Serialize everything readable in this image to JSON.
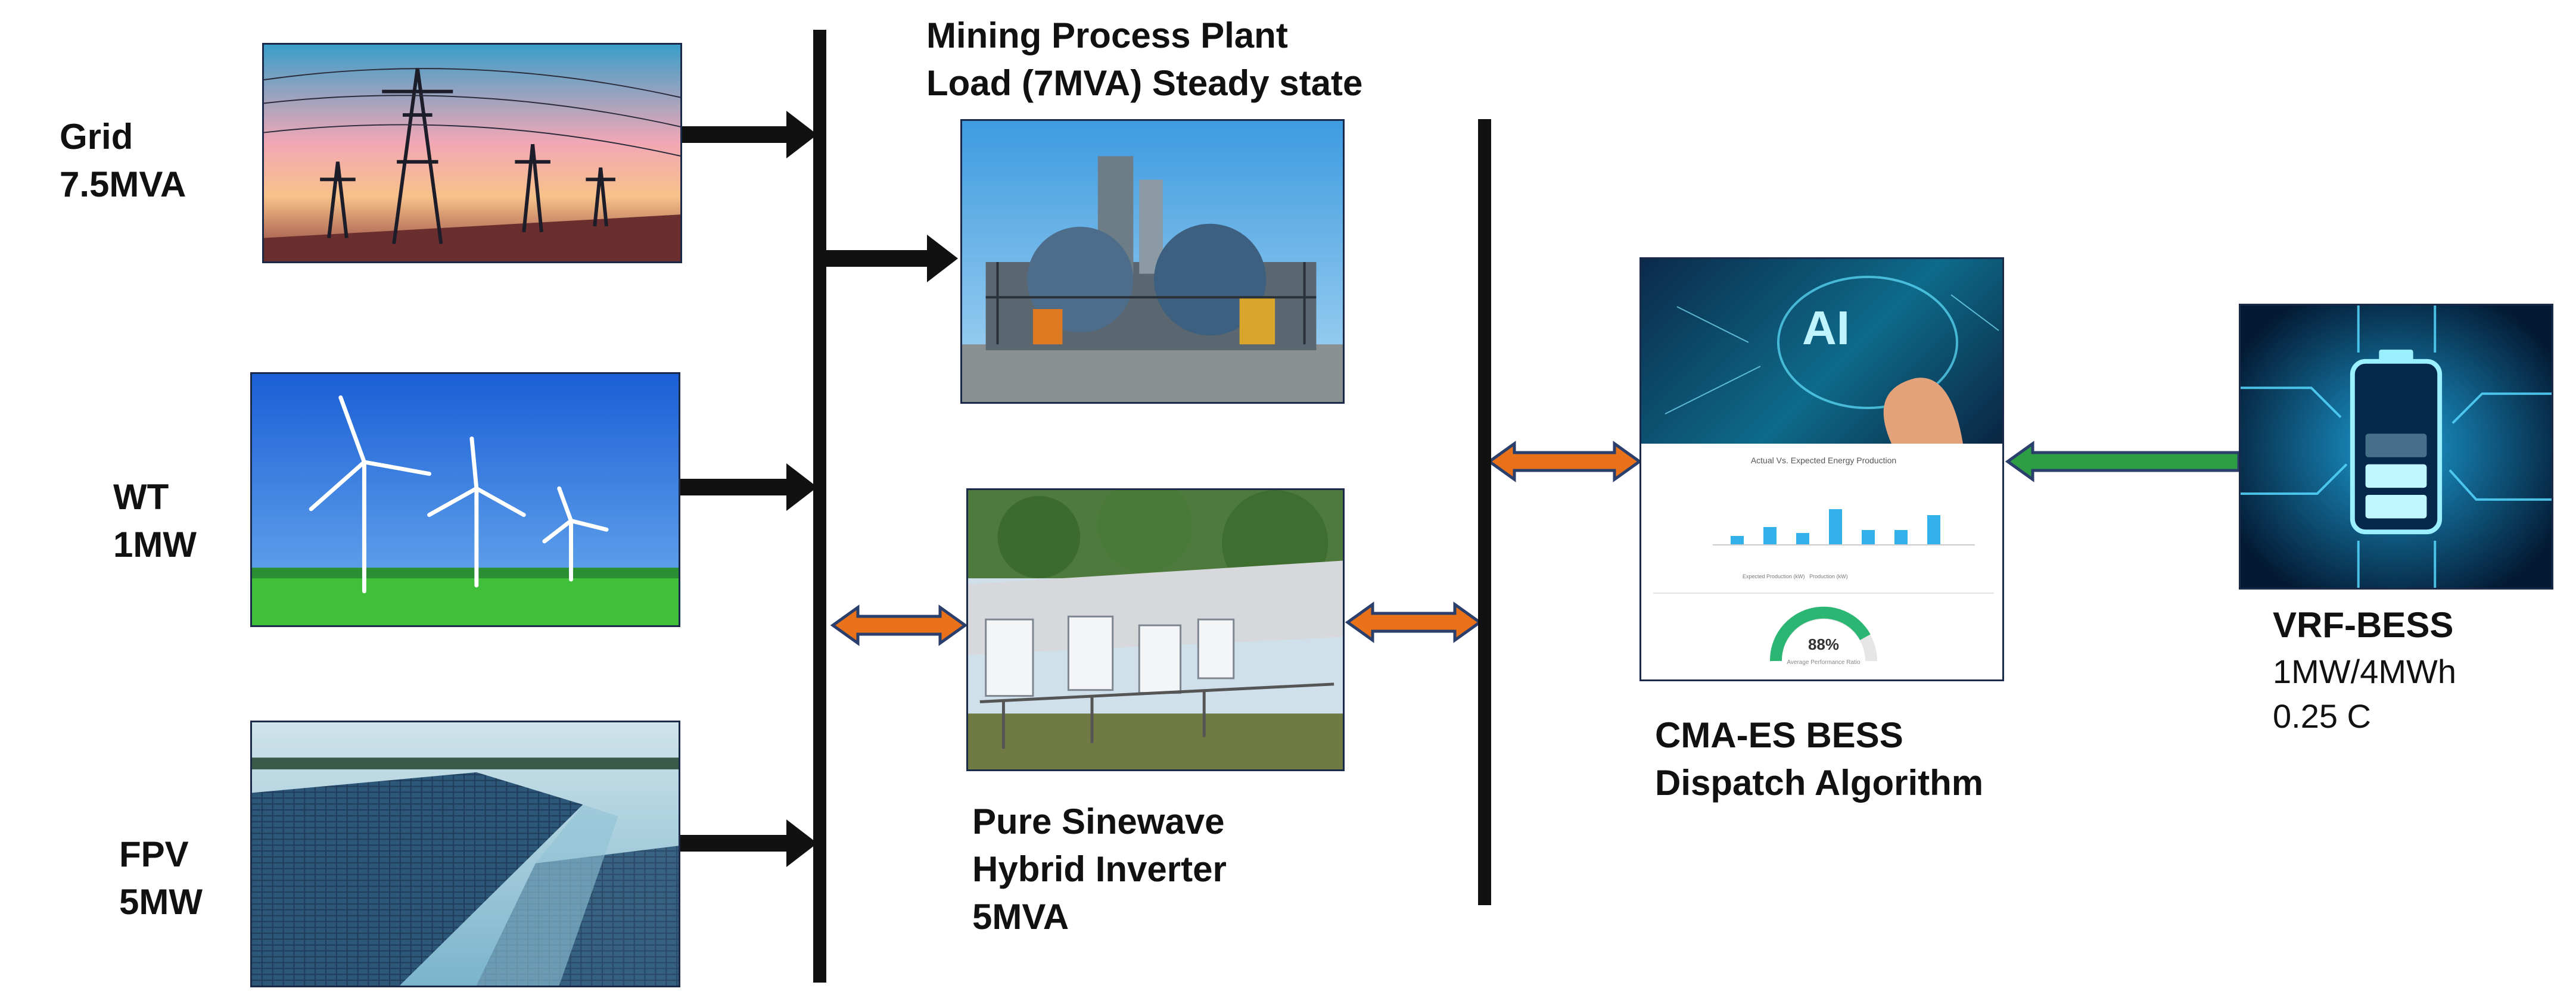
{
  "sources": {
    "grid": {
      "line1": "Grid",
      "line2": "7.5MVA"
    },
    "wt": {
      "line1": "WT",
      "line2": "1MW"
    },
    "fpv": {
      "line1": "FPV",
      "line2": "5MW"
    }
  },
  "load": {
    "line1": "Mining Process Plant",
    "line2": "Load (7MVA) Steady state"
  },
  "inverter": {
    "line1": "Pure Sinewave",
    "line2": "Hybrid Inverter",
    "line3": "5MVA"
  },
  "algorithm": {
    "line1": "CMA-ES BESS",
    "line2": "Dispatch Algorithm",
    "screen_ai_text": "AI",
    "screen_chart_title": "Actual Vs. Expected Energy Production",
    "screen_gauge_value": "88%",
    "screen_gauge_label": "Average Performance Ratio",
    "screen_legend": [
      "Expected Production (kW)",
      "Production (kW)"
    ]
  },
  "bess": {
    "line1": "VRF-BESS",
    "line2": "1MW/4MWh",
    "line3": "0.25 C"
  },
  "colors": {
    "bus": "#111111",
    "arrow_black": "#111111",
    "arrow_orange": "#e8711a",
    "arrow_green": "#2e9e45",
    "arrow_outline": "#2a3f6b"
  },
  "icons": [
    "transmission-tower-photo",
    "wind-turbine-photo",
    "floating-pv-photo",
    "mining-plant-photo",
    "solar-inverter-photo",
    "ai-dashboard-photo",
    "battery-circuit-photo"
  ]
}
